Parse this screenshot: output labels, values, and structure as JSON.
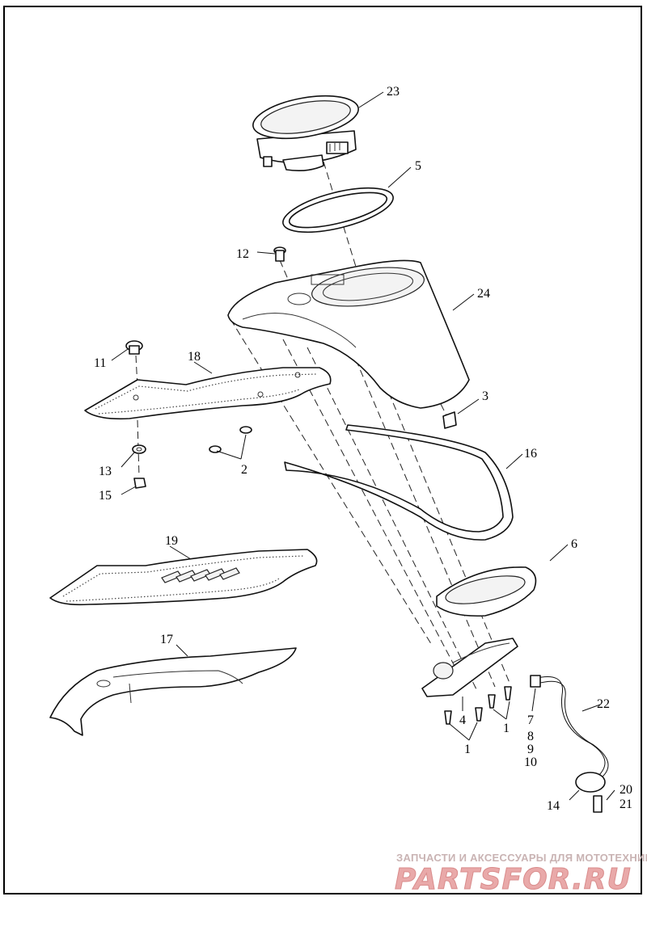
{
  "callouts": [
    {
      "id": "c23",
      "text": "23"
    },
    {
      "id": "c5",
      "text": "5"
    },
    {
      "id": "c12",
      "text": "12"
    },
    {
      "id": "c24",
      "text": "24"
    },
    {
      "id": "c11",
      "text": "11"
    },
    {
      "id": "c18",
      "text": "18"
    },
    {
      "id": "c3",
      "text": "3"
    },
    {
      "id": "c16",
      "text": "16"
    },
    {
      "id": "c13",
      "text": "13"
    },
    {
      "id": "c2",
      "text": "2"
    },
    {
      "id": "c15",
      "text": "15"
    },
    {
      "id": "c6",
      "text": "6"
    },
    {
      "id": "c19",
      "text": "19"
    },
    {
      "id": "c17",
      "text": "17"
    },
    {
      "id": "c22",
      "text": "22"
    },
    {
      "id": "c4",
      "text": "4"
    },
    {
      "id": "c1a",
      "text": "1"
    },
    {
      "id": "c1b",
      "text": "1"
    },
    {
      "id": "c7",
      "text": "7"
    },
    {
      "id": "c8",
      "text": "8"
    },
    {
      "id": "c9",
      "text": "9"
    },
    {
      "id": "c10",
      "text": "10"
    },
    {
      "id": "c20",
      "text": "20"
    },
    {
      "id": "c21",
      "text": "21"
    },
    {
      "id": "c14",
      "text": "14"
    }
  ],
  "watermark": {
    "tagline": "ЗАПЧАСТИ И АКСЕССУАРЫ ДЛЯ МОТОТЕХНИКИ",
    "logo": "PARTSFOR.RU"
  }
}
